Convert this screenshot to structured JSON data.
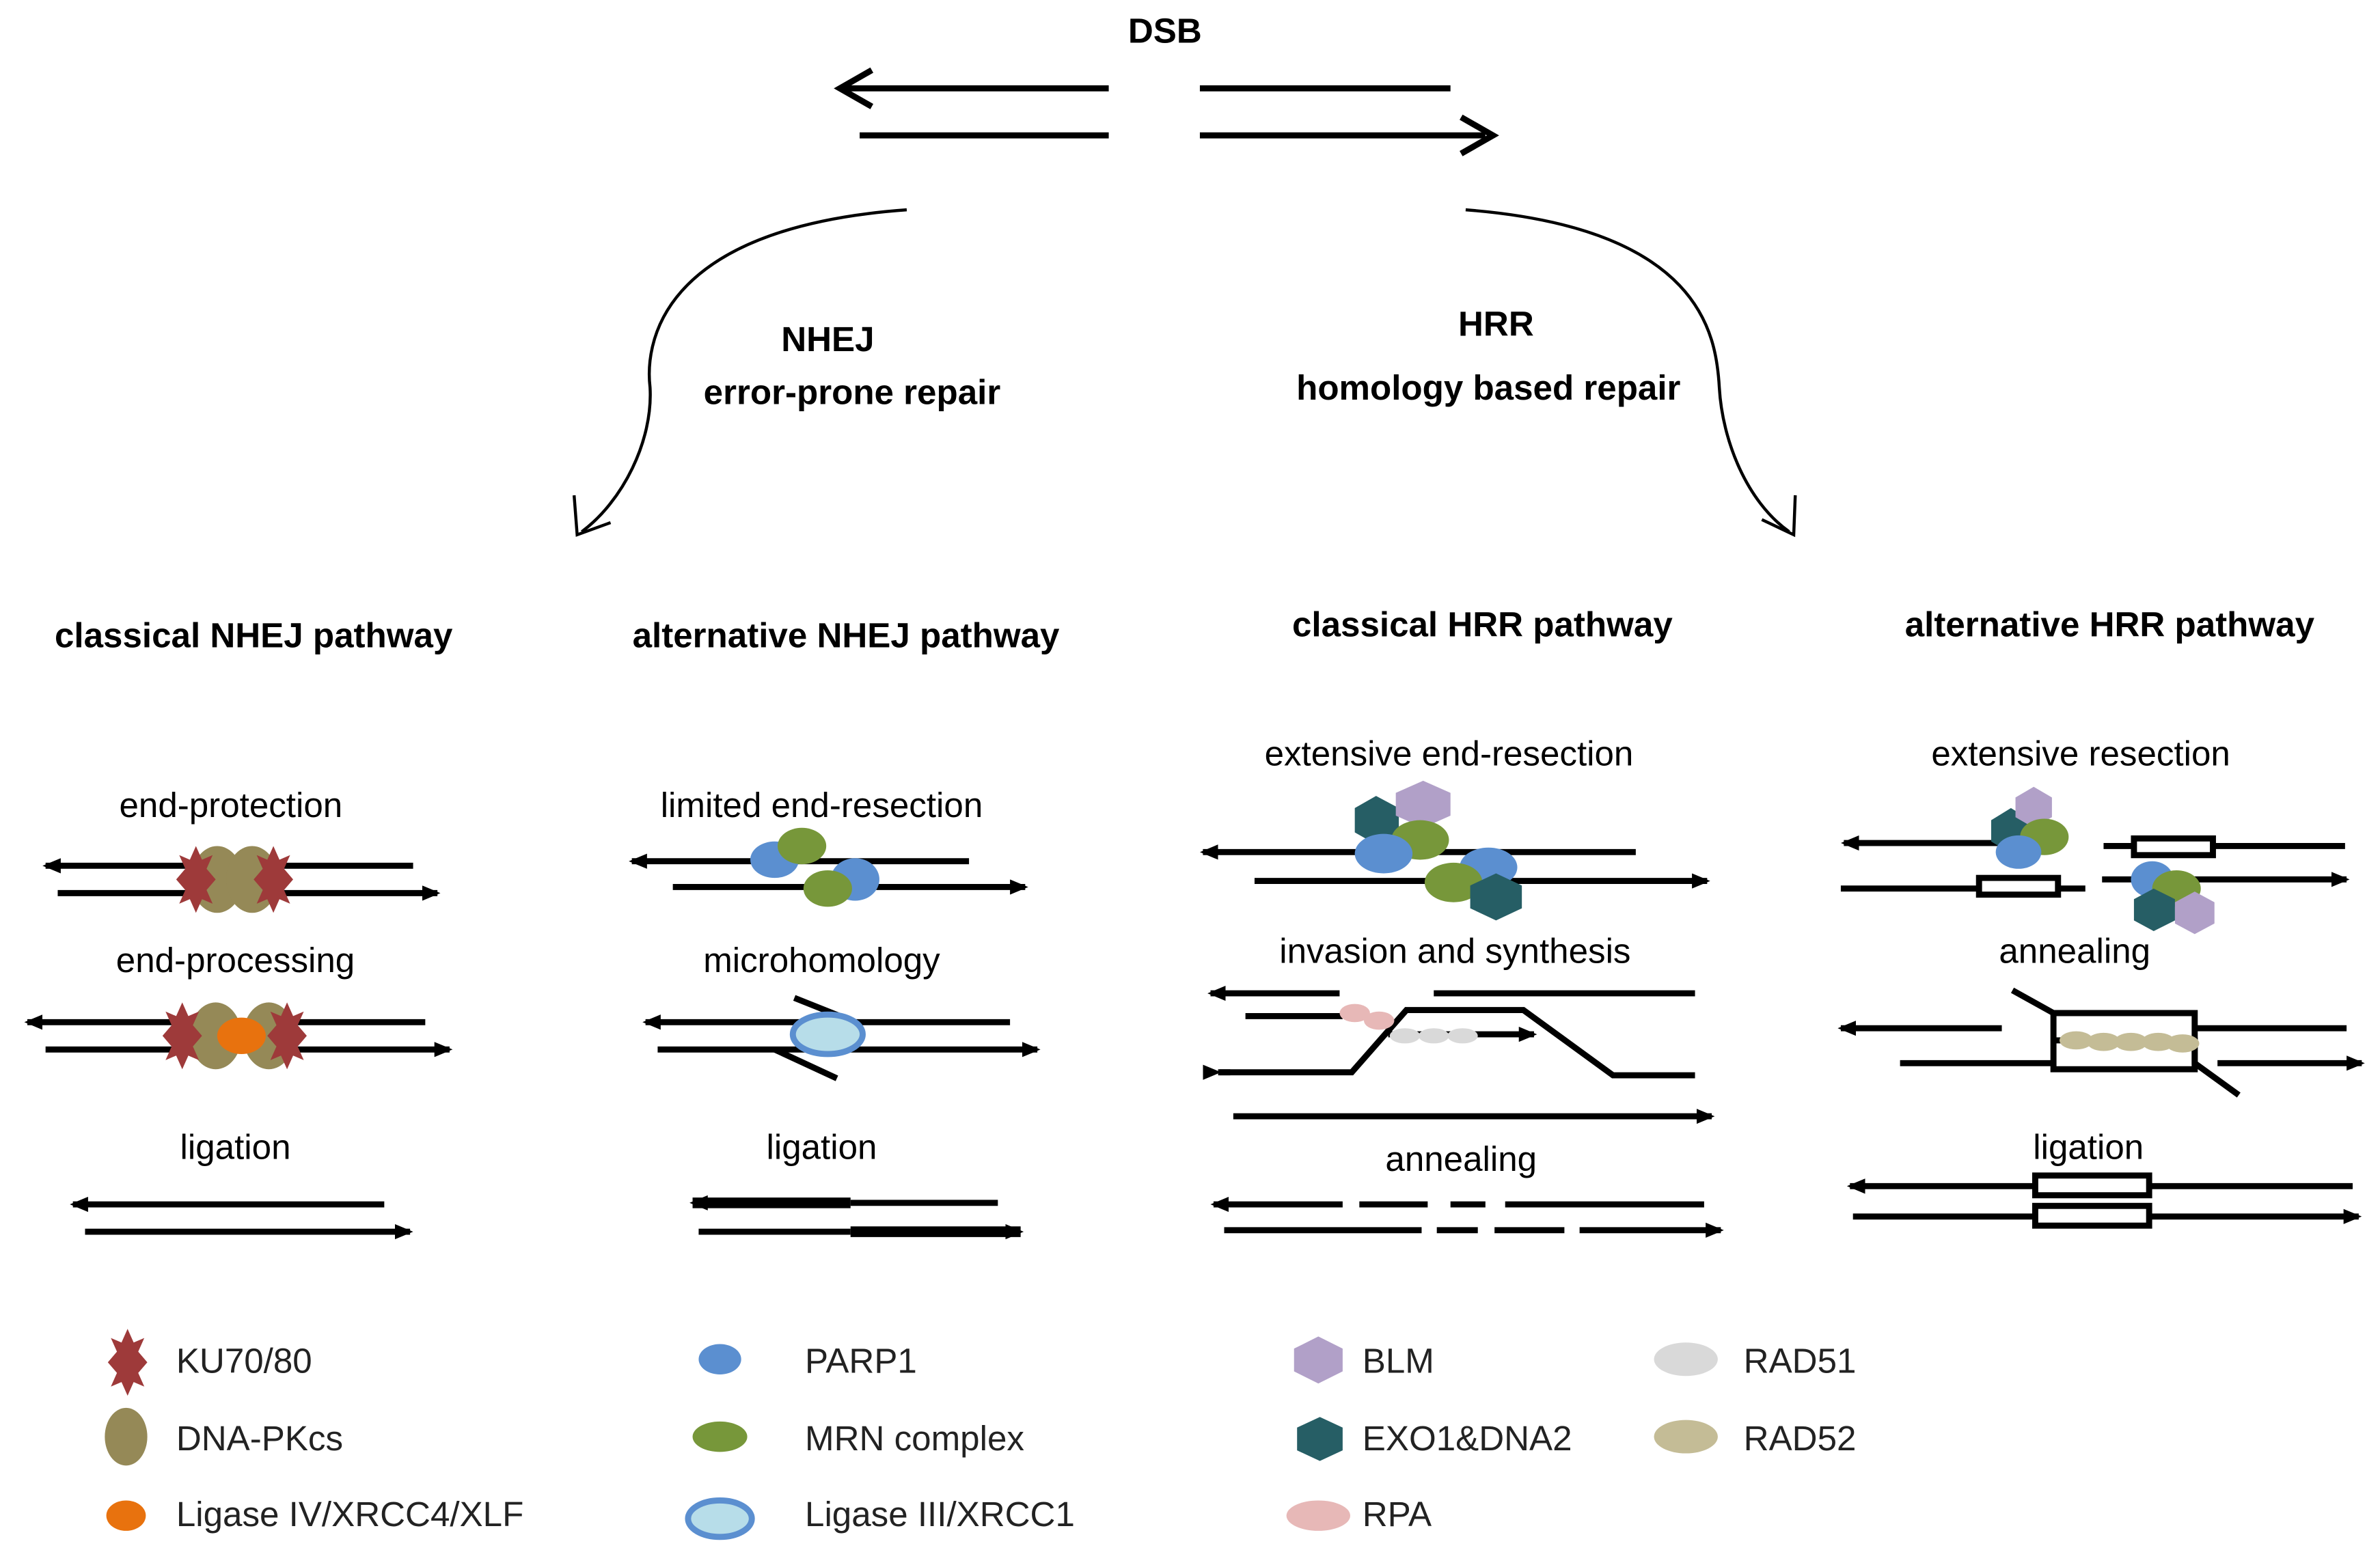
{
  "top": {
    "title": "DSB"
  },
  "branches": {
    "left": {
      "title": "NHEJ",
      "subtitle": "error-prone repair"
    },
    "right": {
      "title": "HRR",
      "subtitle": "homology based repair"
    }
  },
  "pathways": {
    "classical_nhej": {
      "title": "classical NHEJ pathway",
      "steps": [
        "end-protection",
        "end-processing",
        "ligation"
      ]
    },
    "alternative_nhej": {
      "title": "alternative NHEJ pathway",
      "steps": [
        "limited end-resection",
        "microhomology",
        "ligation"
      ]
    },
    "classical_hrr": {
      "title": "classical HRR pathway",
      "steps": [
        "extensive end-resection",
        "invasion and synthesis",
        "annealing"
      ]
    },
    "alternative_hrr": {
      "title": "alternative HRR pathway",
      "steps": [
        "extensive resection",
        "annealing",
        "ligation"
      ]
    }
  },
  "legend": [
    {
      "label": "KU70/80",
      "color": "#9e3a3a",
      "shape": "star"
    },
    {
      "label": "DNA-PKcs",
      "color": "#958957",
      "shape": "oval"
    },
    {
      "label": "Ligase IV/XRCC4/XLF",
      "color": "#e8720e",
      "shape": "ellipse"
    },
    {
      "label": "PARP1",
      "color": "#5b8fd0",
      "shape": "ellipse"
    },
    {
      "label": "MRN complex",
      "color": "#77973a",
      "shape": "ellipse"
    },
    {
      "label": "Ligase III/XRCC1",
      "color": "#b7dde9",
      "shape": "ring"
    },
    {
      "label": "BLM",
      "color": "#b1a0c8",
      "shape": "hexagon"
    },
    {
      "label": "EXO1&DNA2",
      "color": "#265e65",
      "shape": "hexagon"
    },
    {
      "label": "RPA",
      "color": "#e7b8b7",
      "shape": "ellipse"
    },
    {
      "label": "RAD51",
      "color": "#d9d9d9",
      "shape": "ellipse"
    },
    {
      "label": "RAD52",
      "color": "#c4bc96",
      "shape": "ellipse"
    }
  ]
}
